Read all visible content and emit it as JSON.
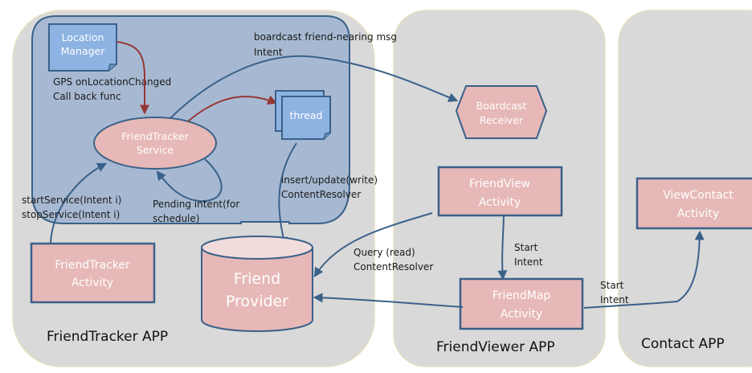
{
  "colors": {
    "panel_fill": "#d9d9d9",
    "panel_border": "#e6dfc0",
    "service_group_fill": "#a7b9d2",
    "node_border": "#3a6189",
    "pink_fill": "#e6b8b7",
    "blue_doc_fill": "#8db3e2",
    "arrow_blue": "#3a6189",
    "arrow_red": "#953735"
  },
  "apps": [
    {
      "id": "friendtracker",
      "title": "FriendTracker APP"
    },
    {
      "id": "friendviewer",
      "title": "FriendViewer APP"
    },
    {
      "id": "contact",
      "title": "Contact APP"
    }
  ],
  "nodes": {
    "location_manager": {
      "line1": "Location",
      "line2": "Manager"
    },
    "friendtracker_service": {
      "line1": "FriendTracker",
      "line2": "Service"
    },
    "thread": {
      "label": "thread"
    },
    "friendtracker_activity": {
      "line1": "FriendTracker",
      "line2": "Activity"
    },
    "friend_provider": {
      "line1": "Friend",
      "line2": "Provider"
    },
    "broadcast_receiver": {
      "line1": "Boardcast",
      "line2": "Receiver"
    },
    "friendview_activity": {
      "line1": "FriendView",
      "line2": "Activity"
    },
    "friendmap_activity": {
      "line1": "FriendMap",
      "line2": "Activity"
    },
    "viewcontact_activity": {
      "line1": "ViewContact",
      "line2": "Activity"
    }
  },
  "edge_labels": {
    "gps": {
      "line1": "GPS onLocationChanged",
      "line2": "Call back  func"
    },
    "broadcast": {
      "line1": "boardcast friend-nearing msg",
      "line2": "Intent"
    },
    "start_service": {
      "line1": "startService(Intent  i)",
      "line2": "stopService(Intent  i)"
    },
    "pending": {
      "line1": "Pending intent(for",
      "line2": "schedule)"
    },
    "insert": {
      "line1": "insert/update(write)",
      "line2": "ContentResolver"
    },
    "query": {
      "line1": "Query (read)",
      "line2": "ContentResolver"
    },
    "start_intent_1": {
      "line1": "Start",
      "line2": "Intent"
    },
    "start_intent_2": {
      "line1": "Start",
      "line2": "Intent"
    }
  }
}
